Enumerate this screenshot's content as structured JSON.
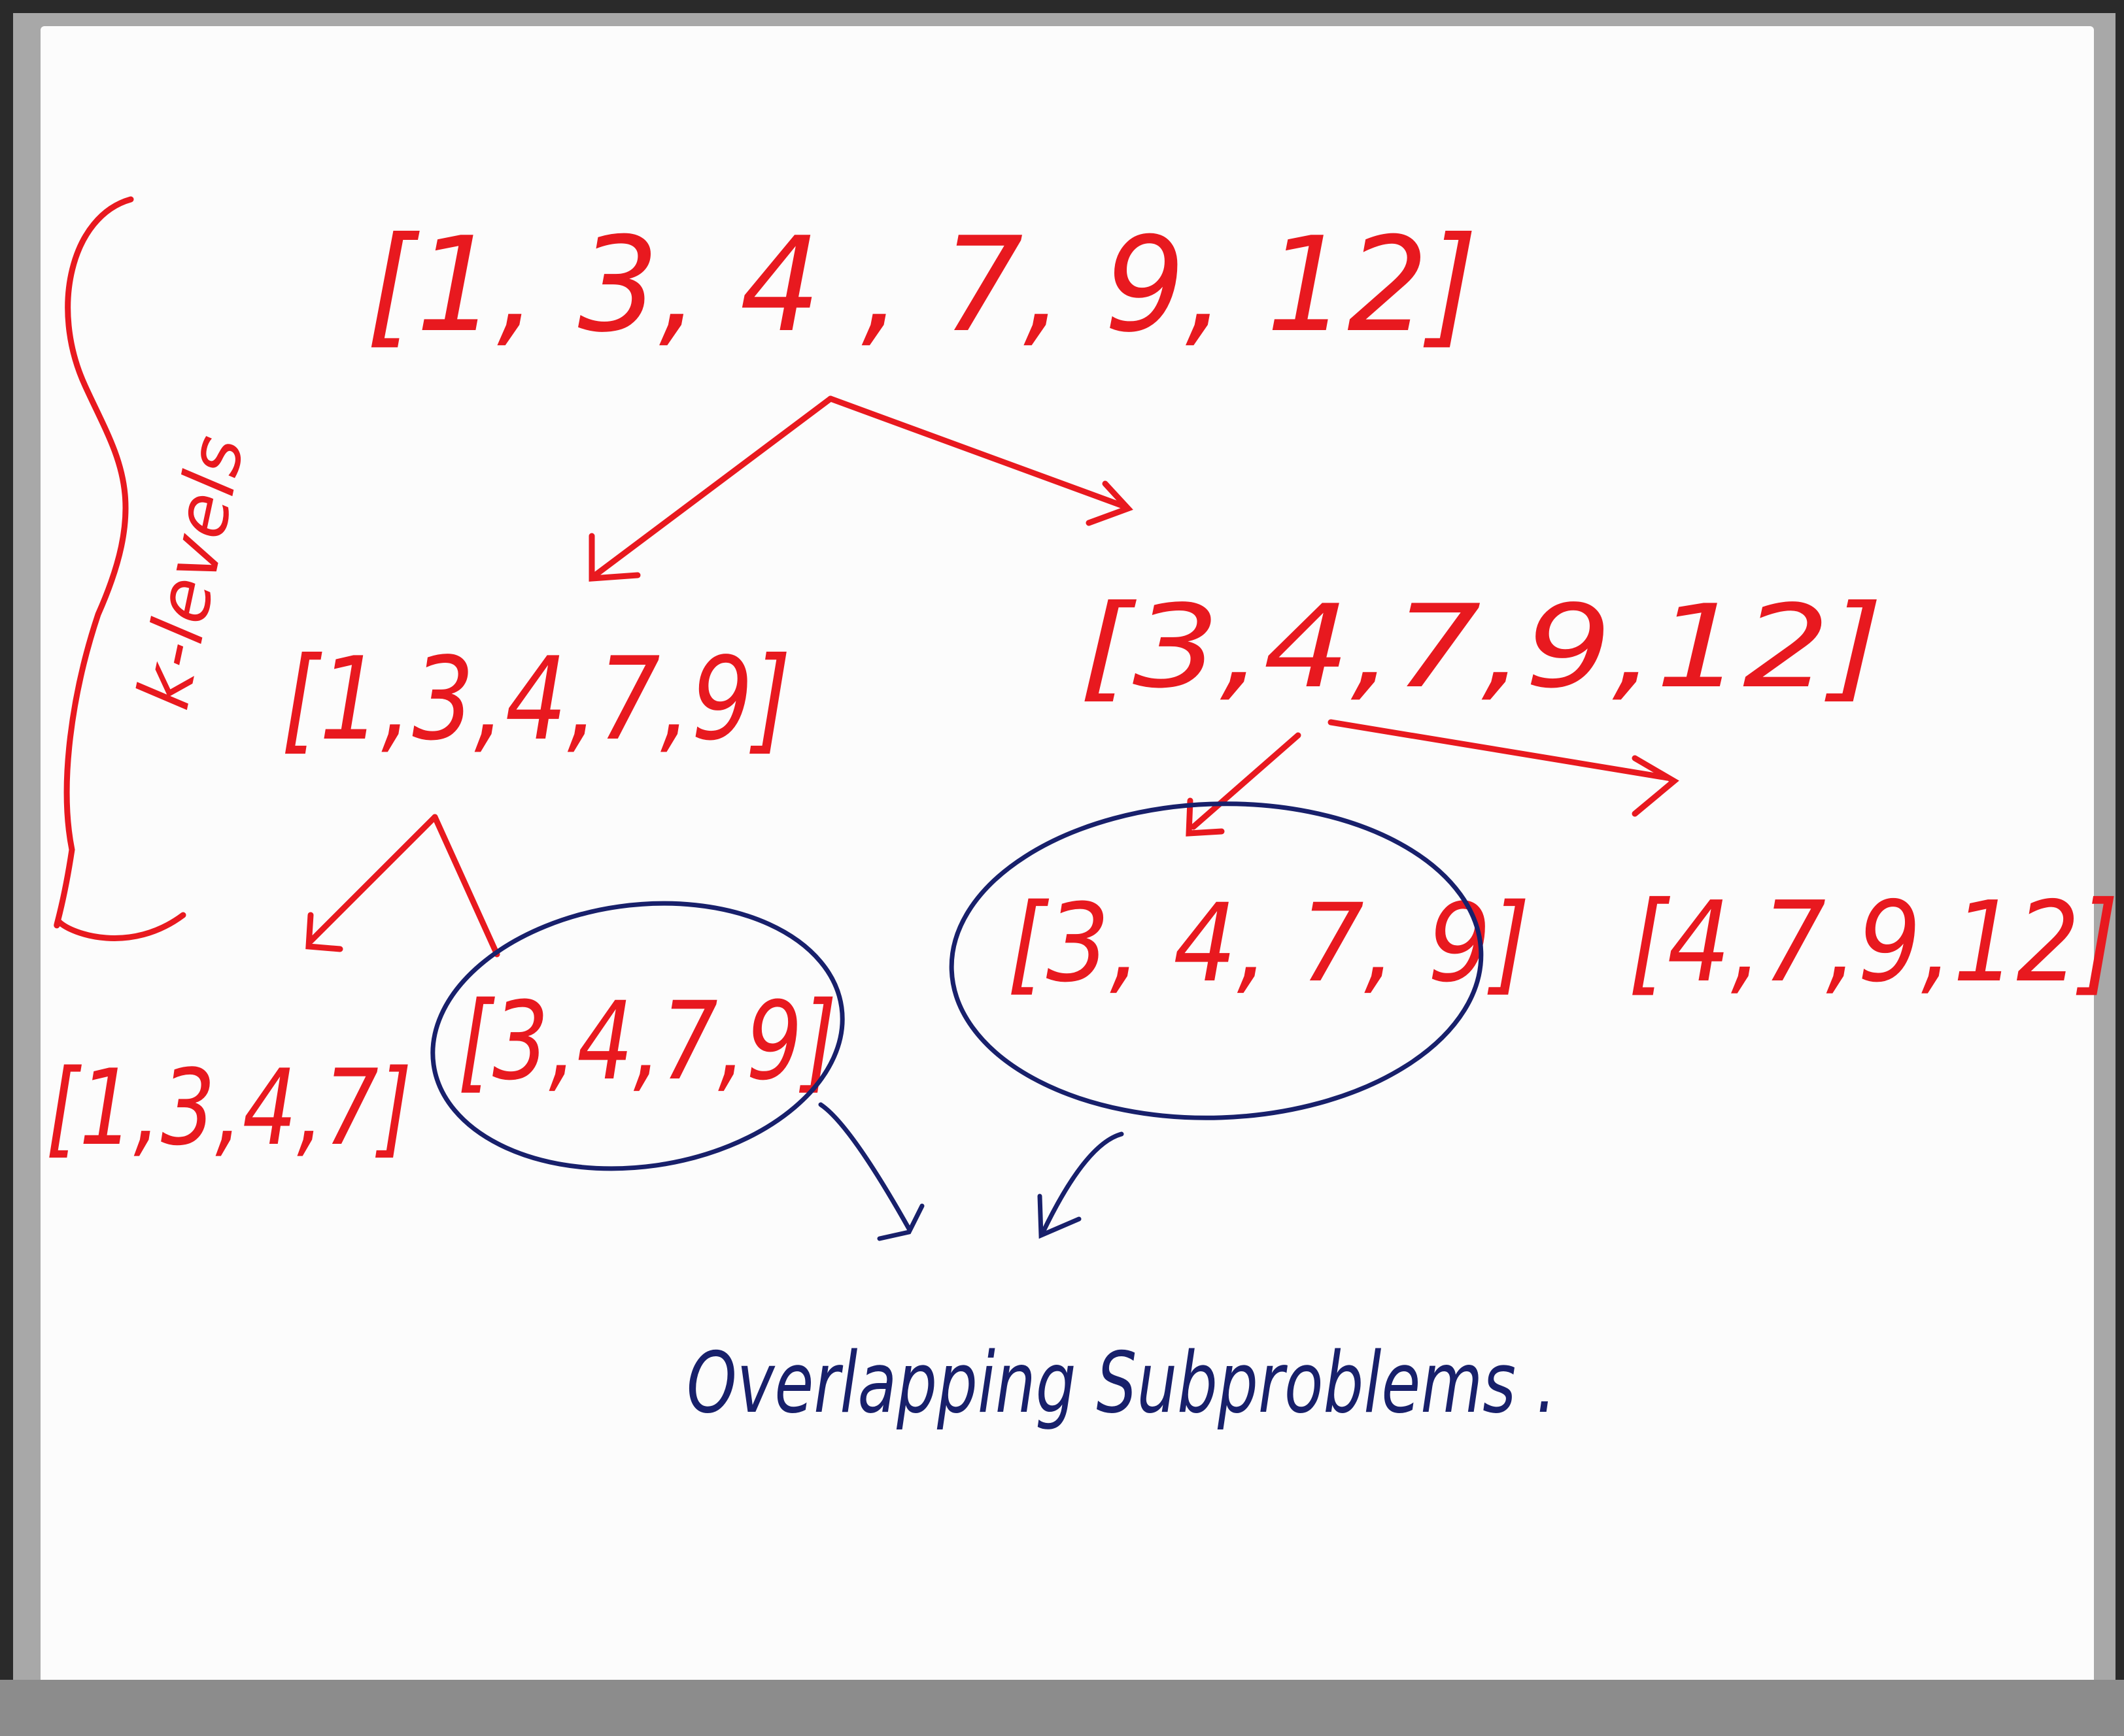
{
  "colors": {
    "marker_red": "#e8191f",
    "marker_blue": "#18206b",
    "board": "#fbfbfb",
    "frame": "#9a9a9a"
  },
  "diagram": {
    "brace_label": "k-levels",
    "nodes": {
      "root": "[1, 3, 4 , 7, 9, 12]",
      "left": "[1,3,4,7,9]",
      "right": "[3,4,7,9,12]",
      "left_left": "[1,3,4,7]",
      "left_right": "[3,4,7,9]",
      "right_left": "[3, 4, 7, 9]",
      "right_right": "[4,7,9,12]"
    },
    "caption": "Overlapping Subproblems ."
  }
}
